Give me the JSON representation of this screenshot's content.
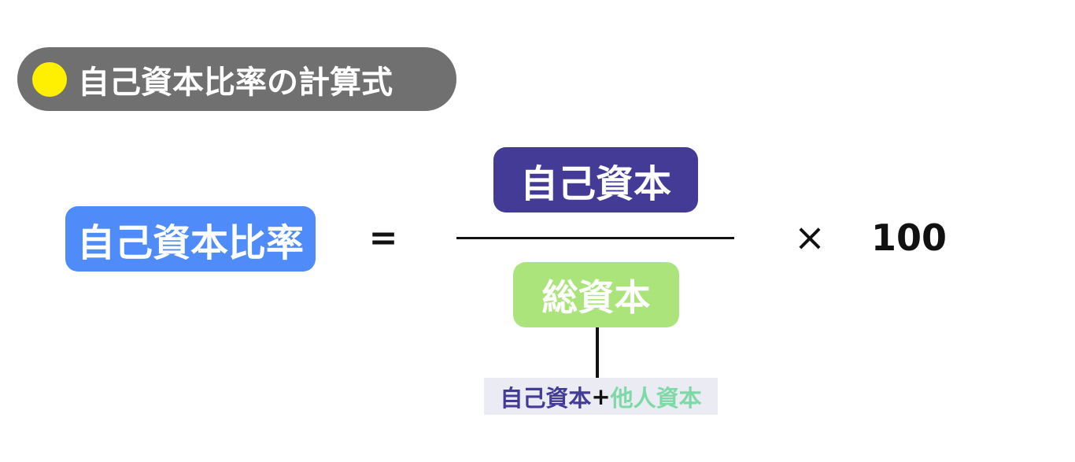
{
  "title": "自己資本比率の計算式",
  "colors": {
    "title_bg": "#707070",
    "dot": "#ffef00",
    "lhs": "#4f8cf9",
    "numerator": "#433b96",
    "denominator": "#abe47a",
    "own": "#433b96",
    "other": "#7dd9a6"
  },
  "formula": {
    "lhs": "自己資本比率",
    "equals": "=",
    "numerator": "自己資本",
    "denominator": "総資本",
    "times": "×",
    "multiplier": "100",
    "breakdown": {
      "own": "自己資本",
      "plus": "+",
      "other": "他人資本"
    }
  }
}
